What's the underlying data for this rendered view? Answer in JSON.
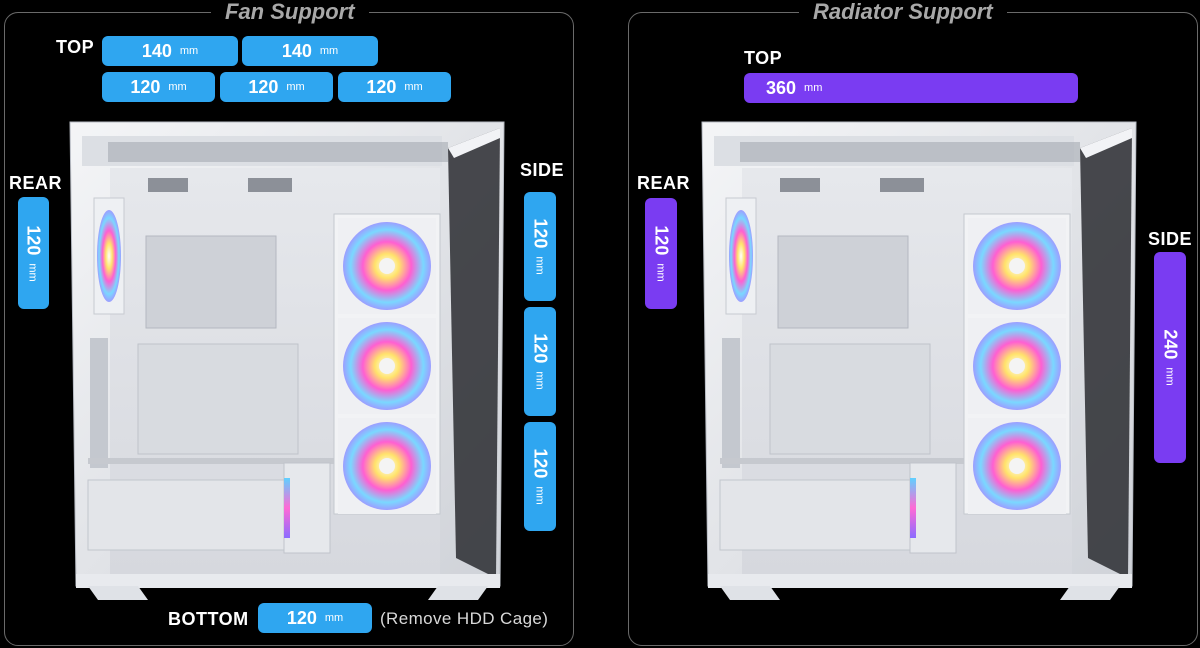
{
  "fan_support": {
    "title": "Fan Support",
    "top_label": "TOP",
    "top_row1": [
      {
        "value": "140",
        "unit": "mm"
      },
      {
        "value": "140",
        "unit": "mm"
      }
    ],
    "top_row2": [
      {
        "value": "120",
        "unit": "mm"
      },
      {
        "value": "120",
        "unit": "mm"
      },
      {
        "value": "120",
        "unit": "mm"
      }
    ],
    "rear_label": "REAR",
    "rear": {
      "value": "120",
      "unit": "mm"
    },
    "side_label": "SIDE",
    "side": [
      {
        "value": "120",
        "unit": "mm"
      },
      {
        "value": "120",
        "unit": "mm"
      },
      {
        "value": "120",
        "unit": "mm"
      }
    ],
    "bottom_label": "BOTTOM",
    "bottom": {
      "value": "120",
      "unit": "mm"
    },
    "bottom_note": "(Remove HDD Cage)"
  },
  "radiator_support": {
    "title": "Radiator Support",
    "top_label": "TOP",
    "top": {
      "value": "360",
      "unit": "mm"
    },
    "rear_label": "REAR",
    "rear": {
      "value": "120",
      "unit": "mm"
    },
    "side_label": "SIDE",
    "side": {
      "value": "240",
      "unit": "mm"
    }
  },
  "colors": {
    "fan_pill": "#2fa6f0",
    "radiator_pill": "#7a3cf2",
    "panel_border": "#6a6a6a",
    "title_text": "#a8a8a8"
  }
}
